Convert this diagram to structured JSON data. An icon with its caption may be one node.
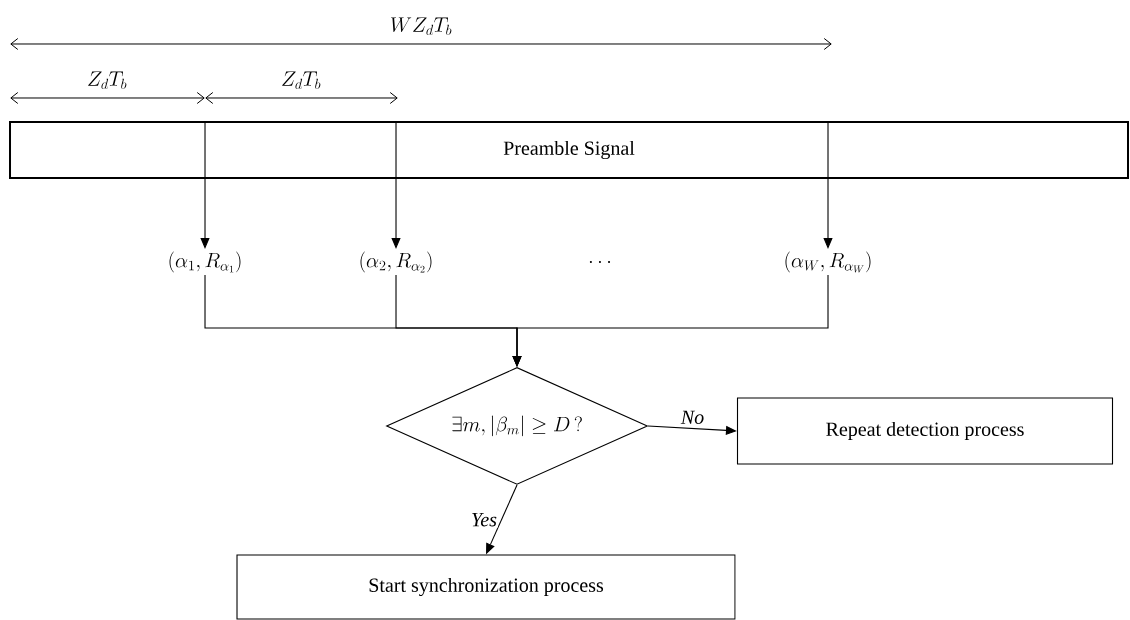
{
  "diagram": {
    "nodes": [
      {
        "text": [
          "Preamble Signal"
        ]
      },
      {
        "text": [
          "(\\alpha_1, R_{\\alpha_1})"
        ]
      },
      {
        "text": [
          "(\\alpha_2, R_{\\alpha_2})"
        ]
      },
      {
        "text": [
          "(\\alpha_W, R_{\\alpha_W})"
        ]
      },
      {
        "text": [
          "\\exists m, \\left|\\beta_m\\right| \\ge D\\,?"
        ]
      },
      {
        "text": [
          "Repeat detection process"
        ]
      },
      {
        "text": [
          "Start synchronization process"
        ]
      }
    ],
    "edges": [
      {
        "from": 0,
        "to": 1,
        "arrow": "to"
      },
      {
        "from": 0,
        "to": 2,
        "arrow": "to"
      },
      {
        "from": 0,
        "to": 3,
        "arrow": "to"
      },
      {
        "from": 1,
        "to": 4,
        "arrow": "to"
      },
      {
        "from": 2,
        "to": 4,
        "arrow": "to"
      },
      {
        "from": 3,
        "to": 4,
        "arrow": "to"
      },
      {
        "from": 4,
        "to": 5,
        "arrow": "to",
        "label": "No"
      },
      {
        "from": 4,
        "to": 6,
        "arrow": "to",
        "label": "Yes"
      }
    ],
    "labels": [
      "WZ_dT_b",
      "Z_dT_b",
      "Z_dT_b",
      "\\ldots"
    ]
  }
}
